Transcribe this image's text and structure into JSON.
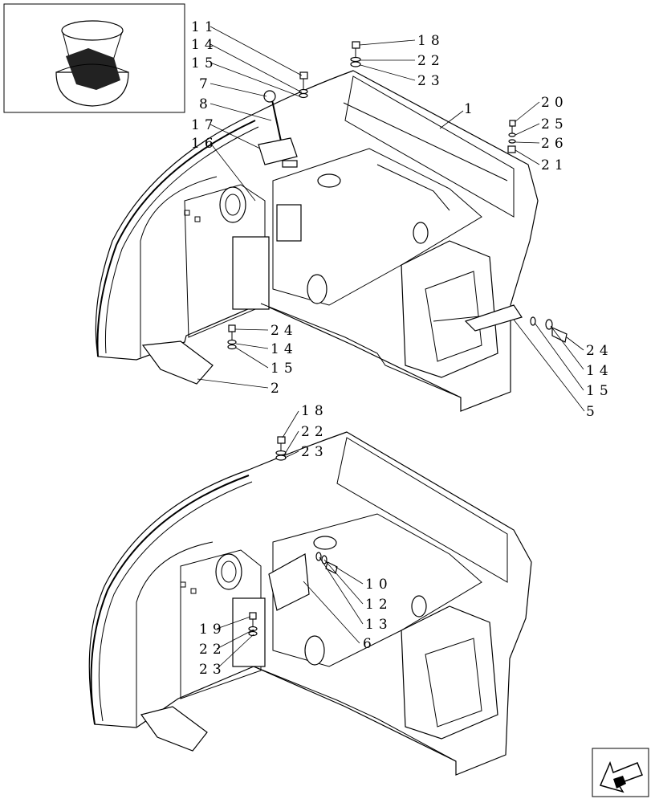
{
  "diagram": {
    "top_view_labels": [
      "11",
      "14",
      "15",
      "7",
      "8",
      "17",
      "16",
      "18",
      "22",
      "23",
      "1",
      "20",
      "25",
      "26",
      "21",
      "24",
      "14",
      "15",
      "2",
      "24",
      "14",
      "15",
      "5"
    ],
    "bottom_view_labels": [
      "18",
      "22",
      "23",
      "10",
      "12",
      "13",
      "6",
      "19",
      "22",
      "23"
    ]
  },
  "icons": {
    "thumbnail": "cab-locator-thumbnail",
    "nav_arrow": "next-page-arrow-icon"
  }
}
